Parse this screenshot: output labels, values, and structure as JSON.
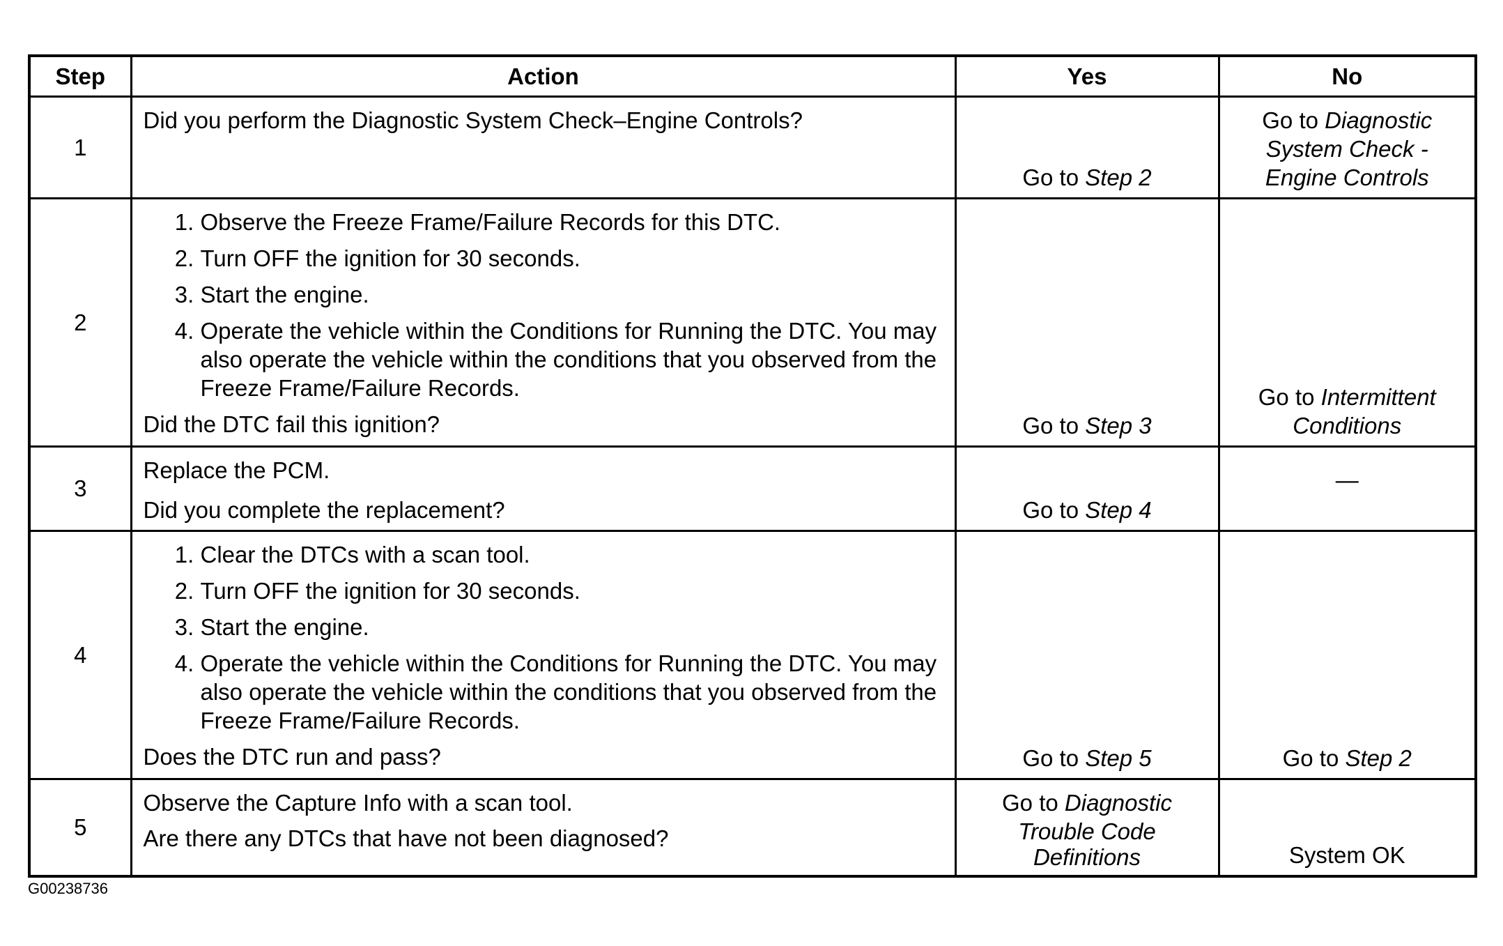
{
  "table": {
    "headers": {
      "step": "Step",
      "action": "Action",
      "yes": "Yes",
      "no": "No"
    },
    "rows": [
      {
        "step": "1",
        "action_question": "Did you perform the Diagnostic System Check–Engine Controls?",
        "yes_prefix": "Go to",
        "yes_ref": "Step 2",
        "no_prefix": "Go to",
        "no_ref_lines": [
          "Diagnostic",
          "System Check -",
          "Engine Controls"
        ]
      },
      {
        "step": "2",
        "action_list": [
          "Observe the Freeze Frame/Failure Records for this DTC.",
          "Turn OFF the ignition for 30 seconds.",
          "Start the engine.",
          "Operate the vehicle within the Conditions for Running the DTC. You may also operate the vehicle within the conditions that you observed from the Freeze Frame/Failure Records."
        ],
        "action_question": "Did the DTC fail this ignition?",
        "yes_prefix": "Go to",
        "yes_ref": "Step 3",
        "no_prefix": "Go to",
        "no_ref_first": "Intermittent",
        "no_ref_second": "Conditions"
      },
      {
        "step": "3",
        "action_statement": "Replace the PCM.",
        "action_question": "Did you complete the replacement?",
        "yes_prefix": "Go to",
        "yes_ref": "Step 4",
        "no_text": "—"
      },
      {
        "step": "4",
        "action_list": [
          "Clear the DTCs with a scan tool.",
          "Turn OFF the ignition for 30 seconds.",
          "Start the engine.",
          "Operate the vehicle within the Conditions for Running the DTC. You may also operate the vehicle within the conditions that you observed from the Freeze Frame/Failure Records."
        ],
        "action_question": "Does the DTC run and pass?",
        "yes_prefix": "Go to",
        "yes_ref": "Step 5",
        "no_prefix": "Go to",
        "no_ref": "Step 2"
      },
      {
        "step": "5",
        "action_statement": "Observe the Capture Info with a scan tool.",
        "action_question": "Are there any DTCs that have not been diagnosed?",
        "yes_prefix": "Go to",
        "yes_ref_first": "Diagnostic",
        "yes_ref_lines": [
          "Trouble Code",
          "Definitions"
        ],
        "no_text": "System OK"
      }
    ]
  },
  "figure_id": "G00238736"
}
